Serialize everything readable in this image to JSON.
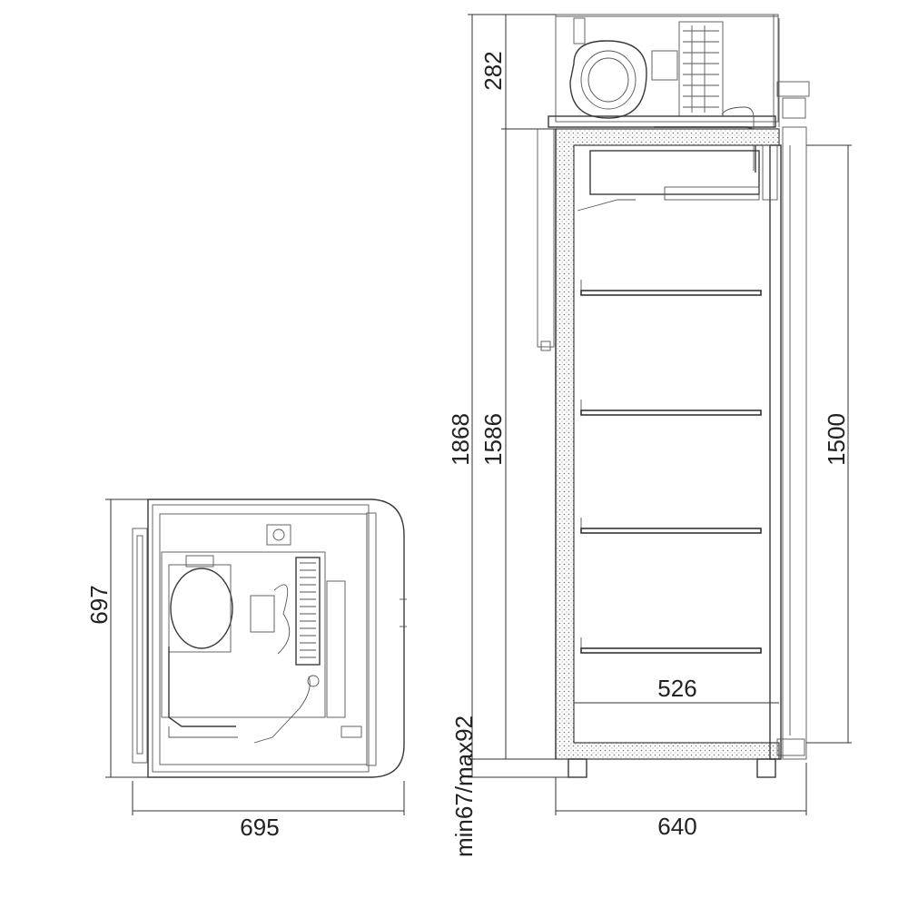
{
  "dimensions": {
    "top_view_depth": "697",
    "top_view_width": "695",
    "total_height": "1868",
    "unit_height": "282",
    "body_height": "1586",
    "door_height": "1500",
    "inner_width": "526",
    "outer_width": "640",
    "leg_height": "min67/max92"
  },
  "colors": {
    "line": "#3a3a3a",
    "background": "#ffffff"
  }
}
